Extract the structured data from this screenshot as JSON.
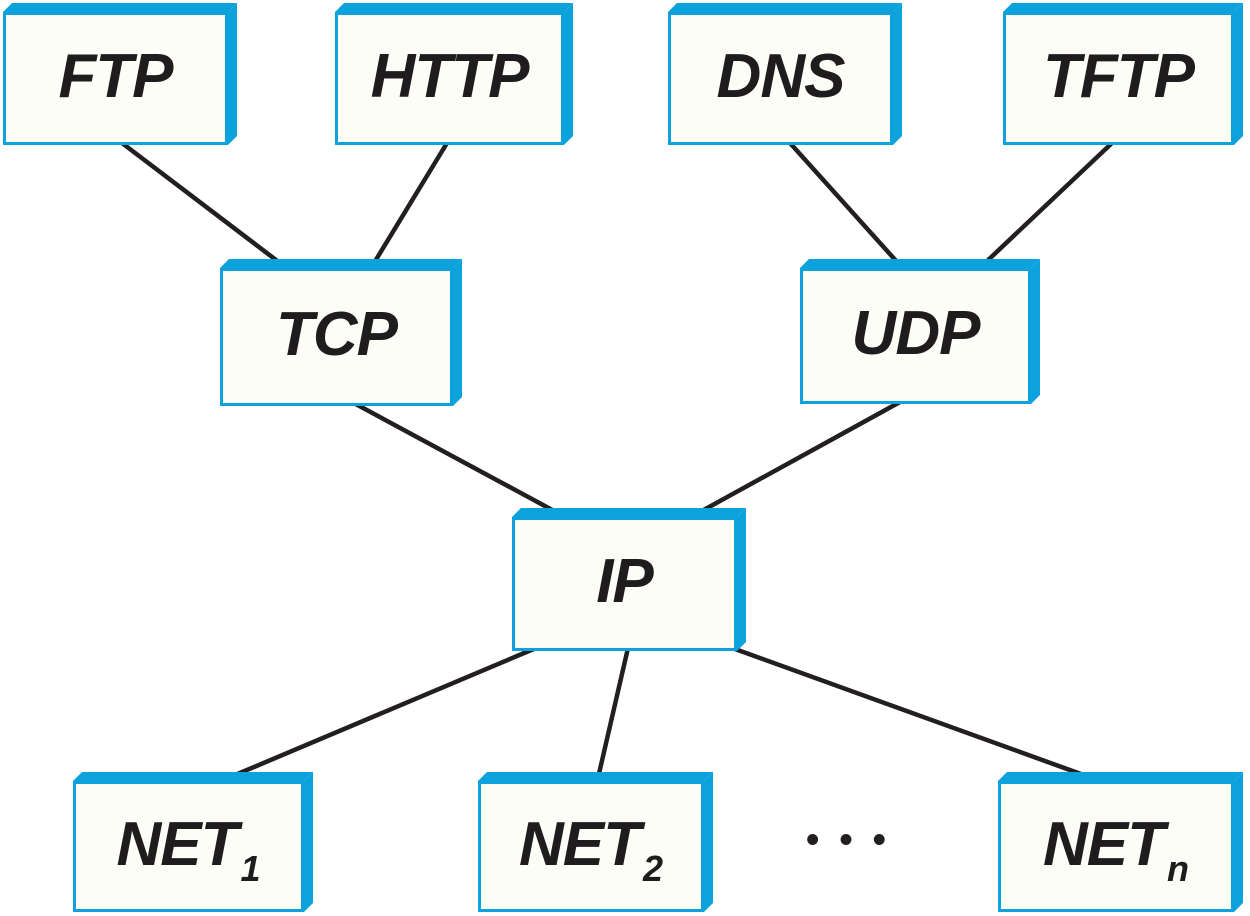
{
  "diagram": {
    "type": "protocol-graph",
    "nodes": [
      {
        "id": "ftp",
        "label": "FTP"
      },
      {
        "id": "http",
        "label": "HTTP"
      },
      {
        "id": "dns",
        "label": "DNS"
      },
      {
        "id": "tftp",
        "label": "TFTP"
      },
      {
        "id": "tcp",
        "label": "TCP"
      },
      {
        "id": "udp",
        "label": "UDP"
      },
      {
        "id": "ip",
        "label": "IP"
      },
      {
        "id": "net1",
        "label": "NET",
        "subscript": "1"
      },
      {
        "id": "net2",
        "label": "NET",
        "subscript": "2"
      },
      {
        "id": "netn",
        "label": "NET",
        "subscript": "n"
      }
    ],
    "edges": [
      {
        "from": "FTP",
        "to": "TCP"
      },
      {
        "from": "HTTP",
        "to": "TCP"
      },
      {
        "from": "DNS",
        "to": "UDP"
      },
      {
        "from": "TFTP",
        "to": "UDP"
      },
      {
        "from": "TCP",
        "to": "IP"
      },
      {
        "from": "UDP",
        "to": "IP"
      },
      {
        "from": "IP",
        "to": "NET1"
      },
      {
        "from": "IP",
        "to": "NET2"
      },
      {
        "from": "IP",
        "to": "NETn"
      }
    ],
    "ellipsis": "•••",
    "colors": {
      "box_edge": "#0DA2DB",
      "box_fill": "#FDFDF7",
      "connector": "#231F20",
      "label_text": "#1E1C1D",
      "background": "#FFFFFF"
    }
  }
}
